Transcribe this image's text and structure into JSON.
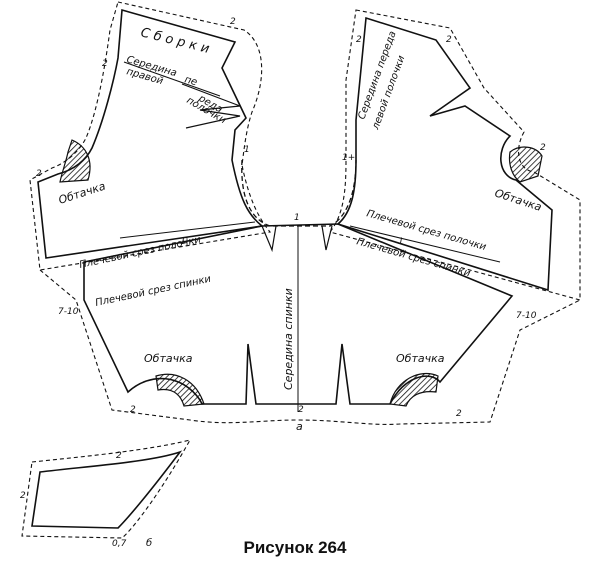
{
  "figure": {
    "caption": "Рисунок 264",
    "labels": {
      "sborki": "С б о р к и",
      "seredina_pravoi": "Середина",
      "seredina_pravoi_2": "правой",
      "seredina_pereda_left": "пе",
      "seredina_pereda_left_2": "реда",
      "seredina_polochki": "полочки",
      "seredina_pereda_right": "Середина переда",
      "levoi_polochki": "левой полочки",
      "obtachka": "Обтачка",
      "plechevoi_polochki": "Плечевой срез полочки",
      "plechevoi_spinki": "Плечевой срез спинки",
      "seredina_spinki": "Середина спинки",
      "letter_a": "а",
      "letter_b": "б"
    },
    "numbers": {
      "n2": "2",
      "n1": "1",
      "n1prime": "1'",
      "n1plus": "1+",
      "n7_10": "7-10",
      "n0_7": "0,7"
    }
  },
  "colors": {
    "ink": "#111111",
    "paper": "#ffffff"
  }
}
